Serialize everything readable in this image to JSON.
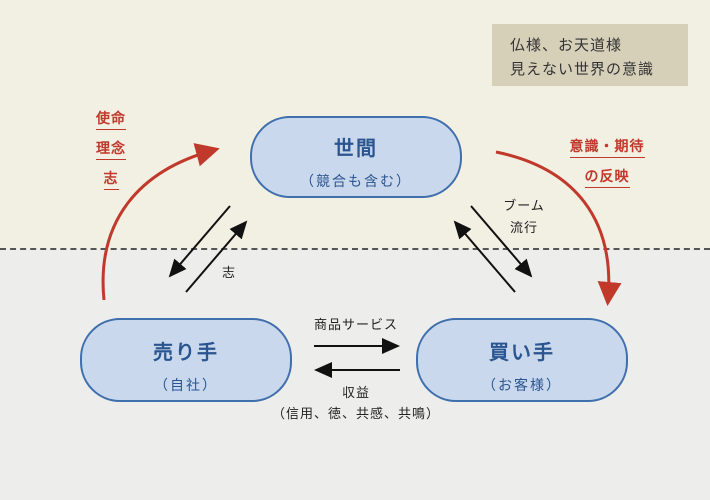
{
  "note": {
    "line1": "仏様、お天道様",
    "line2": "見えない世界の意識"
  },
  "nodes": {
    "seken": {
      "title": "世間",
      "sub": "（競合も含む）"
    },
    "seller": {
      "title": "売り手",
      "sub": "（自社）"
    },
    "buyer": {
      "title": "買い手",
      "sub": "（お客様）"
    }
  },
  "labels": {
    "left_red": [
      "使命",
      "理念",
      "志"
    ],
    "right_red": [
      "意識・期待",
      "の反映"
    ],
    "kokorozashi": "志",
    "boom": [
      "ブーム",
      "流行"
    ],
    "goods": "商品サービス",
    "revenue": "収益",
    "revenue_sub": "（信用、徳、共感、共鳴）"
  },
  "colors": {
    "accent_red": "#c0392b",
    "node_fill": "#c9d8ec",
    "node_border": "#3f6fad",
    "node_text": "#2a5590"
  }
}
